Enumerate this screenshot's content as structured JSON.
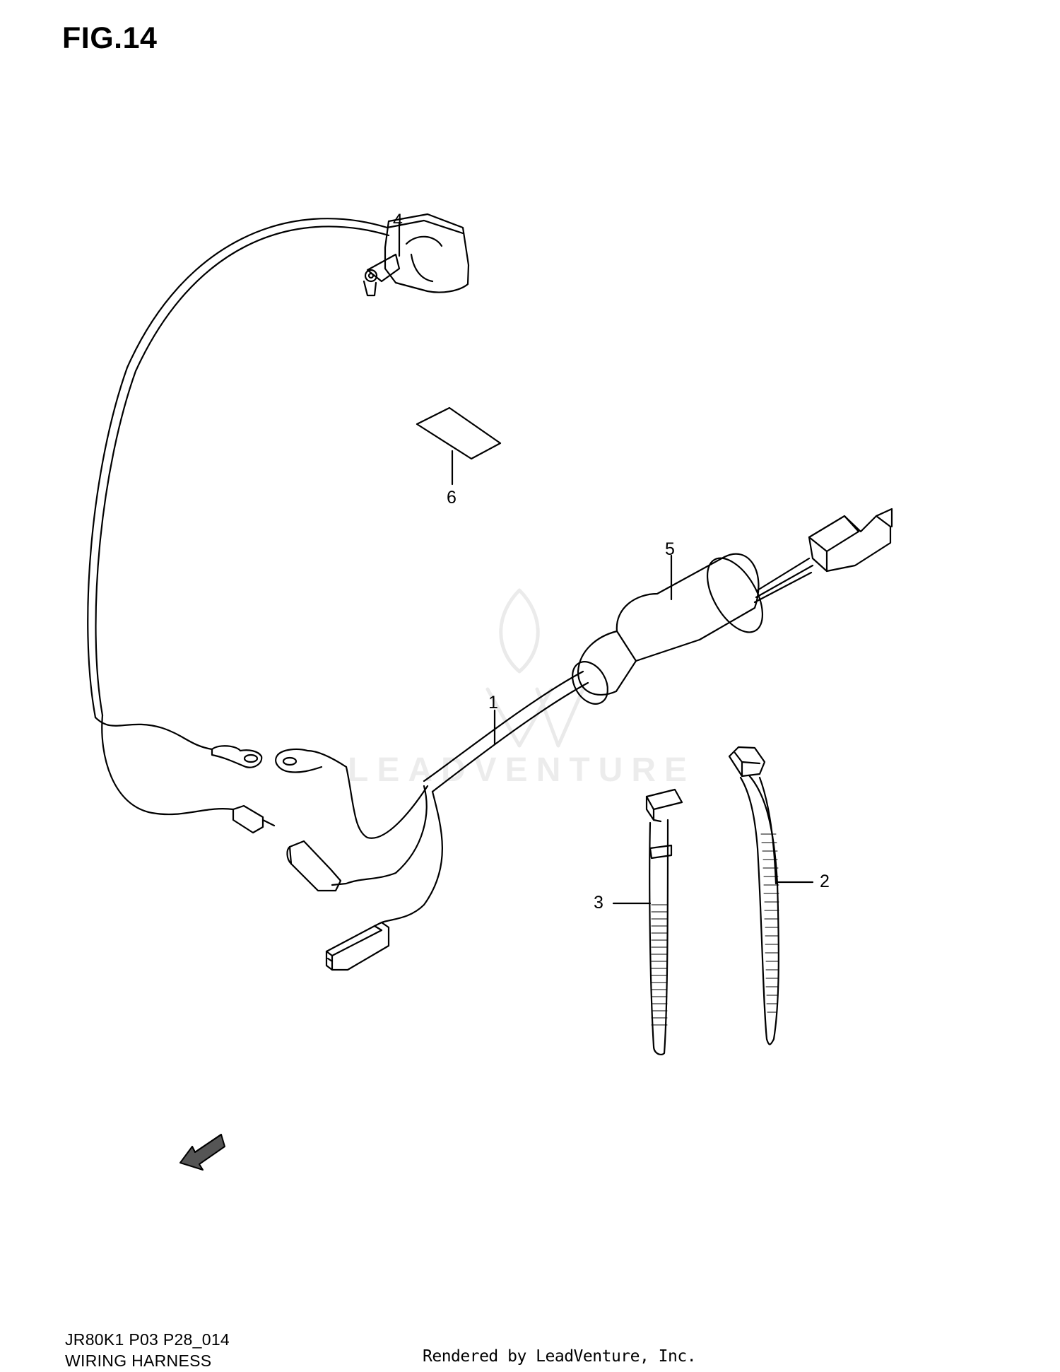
{
  "figure": {
    "title": "FIG.14"
  },
  "callouts": [
    {
      "id": "4",
      "label": "4"
    },
    {
      "id": "6",
      "label": "6"
    },
    {
      "id": "5",
      "label": "5"
    },
    {
      "id": "1",
      "label": "1"
    },
    {
      "id": "3",
      "label": "3"
    },
    {
      "id": "2",
      "label": "2"
    }
  ],
  "direction_marker": {
    "label": "FWD"
  },
  "watermark": {
    "text": "LEADVENTURE"
  },
  "footer": {
    "code": "JR80K1 P03 P28_014",
    "name": "WIRING HARNESS",
    "rendered_by": "Rendered by LeadVenture, Inc."
  }
}
